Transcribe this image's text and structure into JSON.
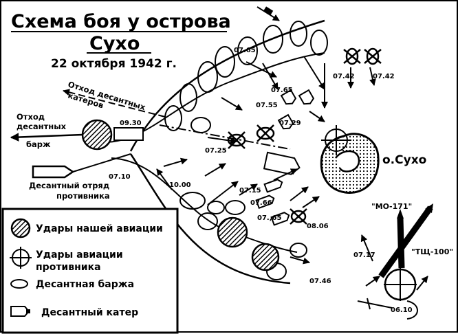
{
  "title": {
    "line1": "Схема боя у острова",
    "line2": "Сухо",
    "date": "22 октября 1942 г."
  },
  "labels": {
    "retreat_barges_1": "Отход",
    "retreat_barges_2": "десантных",
    "retreat_barges_3": "барж",
    "retreat_boats_1": "Отход десантных",
    "retreat_boats_2": "катеров",
    "enemy_detachment_1": "Десантный отряд",
    "enemy_detachment_2": "противника",
    "island": "о.Сухо",
    "mo171": "\"МО-171\"",
    "tsch100": "\"ТЩ-100\""
  },
  "times": {
    "t0765": "07.65",
    "t0742a": "07.42",
    "t0742b": "07.42",
    "t0765b": "07.65",
    "t0755": "07.55",
    "t0729": "07.29",
    "t0725": "07.25",
    "t0930": "09.30",
    "t0710": "07.10",
    "t1000": "10.00",
    "t0715": "07.15",
    "t0766": "07.66",
    "t0765c": "07.,65",
    "t0806": "08.06",
    "t0717": "07.17",
    "t0746": "07.46",
    "t0610": "06.10"
  },
  "legend": {
    "our_air": "Удары нашей авиации",
    "enemy_air_1": "Удары авиации",
    "enemy_air_2": "противника",
    "barge": "Десантная баржа",
    "boat": "Десантный катер"
  },
  "colors": {
    "ink": "#000000",
    "paper": "#ffffff"
  }
}
